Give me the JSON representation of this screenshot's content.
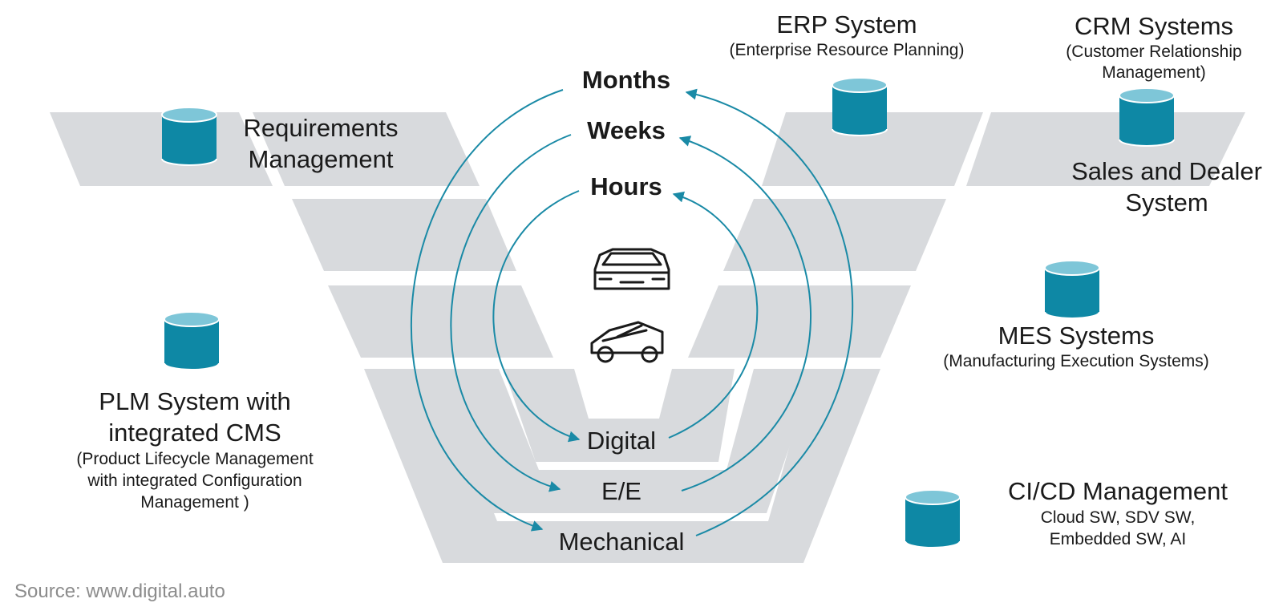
{
  "systems": {
    "requirements": {
      "line1": "Requirements",
      "line2": "Management"
    },
    "erp": {
      "title": "ERP System",
      "subtitle": "(Enterprise Resource Planning)"
    },
    "crm": {
      "title": "CRM Systems",
      "sub1": "(Customer Relationship",
      "sub2": "Management)"
    },
    "sales": {
      "line1": "Sales and Dealer",
      "line2": "System"
    },
    "mes": {
      "title": "MES Systems",
      "subtitle": "(Manufacturing Execution Systems)"
    },
    "plm": {
      "line1": "PLM System with",
      "line2": "integrated CMS",
      "sub1": "(Product Lifecycle Management",
      "sub2": "with integrated Configuration",
      "sub3": "Management )"
    },
    "cicd": {
      "title": "CI/CD Management",
      "sub1": "Cloud SW, SDV SW,",
      "sub2": "Embedded SW, AI"
    }
  },
  "cycles": {
    "months": "Months",
    "weeks": "Weeks",
    "hours": "Hours"
  },
  "layers": {
    "digital": "Digital",
    "ee": "E/E",
    "mechanical": "Mechanical"
  },
  "icons": [
    "database-icon",
    "car-icon",
    "car-chassis-icon"
  ],
  "colors": {
    "database": "#0e88a5",
    "arrows": "#1a8aa6",
    "bands": "#d8dadd"
  },
  "source": "Source: www.digital.auto"
}
